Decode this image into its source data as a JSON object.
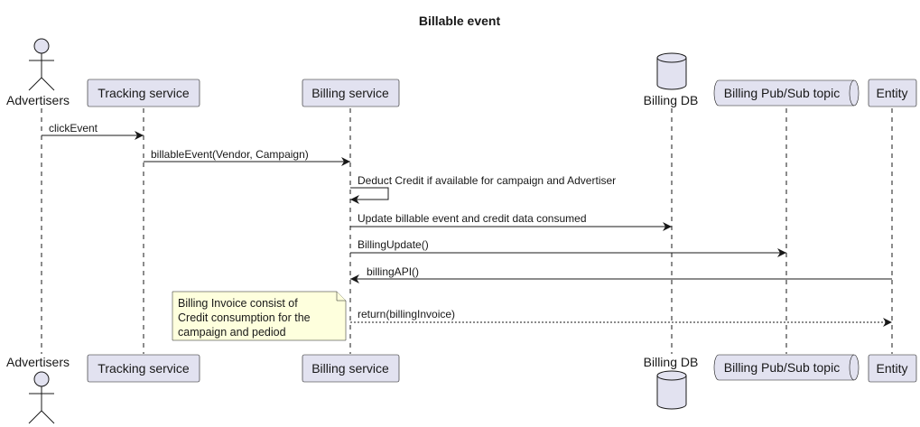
{
  "title": "Billable event",
  "participants": {
    "advertisers": {
      "label": "Advertisers",
      "kind": "actor"
    },
    "tracking": {
      "label": "Tracking service",
      "kind": "participant"
    },
    "billing": {
      "label": "Billing service",
      "kind": "participant"
    },
    "db": {
      "label": "Billing DB",
      "kind": "database"
    },
    "pubsub": {
      "label": "Billing Pub/Sub topic",
      "kind": "queue"
    },
    "entity": {
      "label": "Entity",
      "kind": "participant"
    }
  },
  "messages": [
    {
      "from": "advertisers",
      "to": "tracking",
      "label": "clickEvent",
      "style": "solid"
    },
    {
      "from": "tracking",
      "to": "billing",
      "label": "billableEvent(Vendor, Campaign)",
      "style": "solid"
    },
    {
      "from": "billing",
      "to": "billing",
      "label": "Deduct Credit if available for campaign and Advertiser",
      "style": "self"
    },
    {
      "from": "billing",
      "to": "db",
      "label": "Update billable event and credit data consumed",
      "style": "solid"
    },
    {
      "from": "billing",
      "to": "pubsub",
      "label": "BillingUpdate()",
      "style": "solid"
    },
    {
      "from": "entity",
      "to": "billing",
      "label": "billingAPI()",
      "style": "solid"
    },
    {
      "from": "billing",
      "to": "entity",
      "label": "return(billingInvoice)",
      "style": "dashed"
    }
  ],
  "note": {
    "lines": [
      "Billing Invoice consist of",
      "Credit consumption for the",
      "campaign and pediod"
    ]
  },
  "colors": {
    "participant_fill": "#E2E2F0",
    "participant_stroke": "#181818",
    "note_fill": "#FEFFDD",
    "lifeline": "#181818",
    "text": "#181818"
  }
}
